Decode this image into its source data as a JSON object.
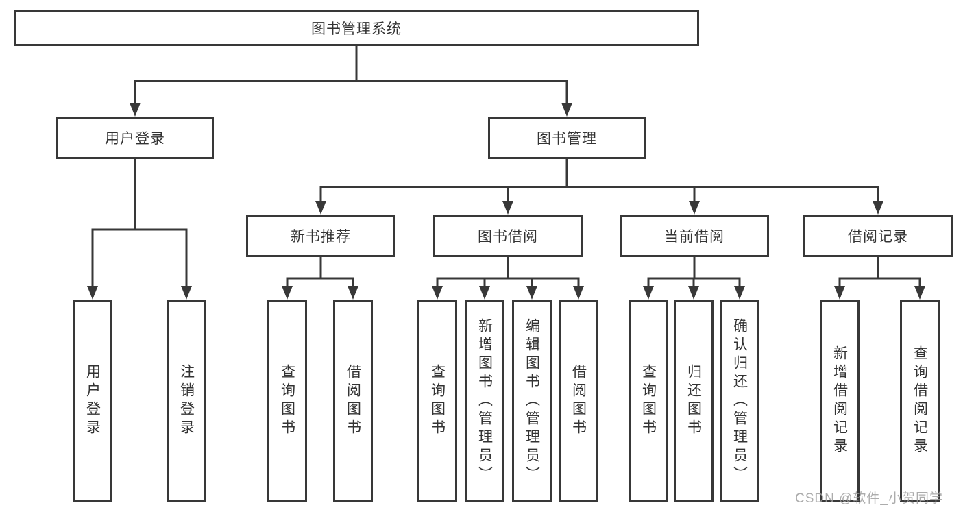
{
  "diagram": {
    "root": {
      "label": "图书管理系统"
    },
    "level2": [
      {
        "label": "用户登录"
      },
      {
        "label": "图书管理"
      }
    ],
    "level3": [
      {
        "label": "新书推荐"
      },
      {
        "label": "图书借阅"
      },
      {
        "label": "当前借阅"
      },
      {
        "label": "借阅记录"
      }
    ],
    "leaves": {
      "user_login": [
        {
          "label": "用户登录"
        },
        {
          "label": "注销登录"
        }
      ],
      "new_book_recommend": [
        {
          "label": "查询图书"
        },
        {
          "label": "借阅图书"
        }
      ],
      "book_borrowing": [
        {
          "label": "查询图书"
        },
        {
          "label": "新增图书（管理员）"
        },
        {
          "label": "编辑图书（管理员）"
        },
        {
          "label": "借阅图书"
        }
      ],
      "current_borrowing": [
        {
          "label": "查询图书"
        },
        {
          "label": "归还图书"
        },
        {
          "label": "确认归还（管理员）"
        }
      ],
      "borrowing_records": [
        {
          "label": "新增借阅记录"
        },
        {
          "label": "查询借阅记录"
        }
      ]
    }
  },
  "watermark": {
    "text": "CSDN @软件_小贺同学"
  },
  "colors": {
    "line": "#383838",
    "text": "#333333",
    "watermark": "#9e9e9e",
    "background": "#ffffff"
  }
}
